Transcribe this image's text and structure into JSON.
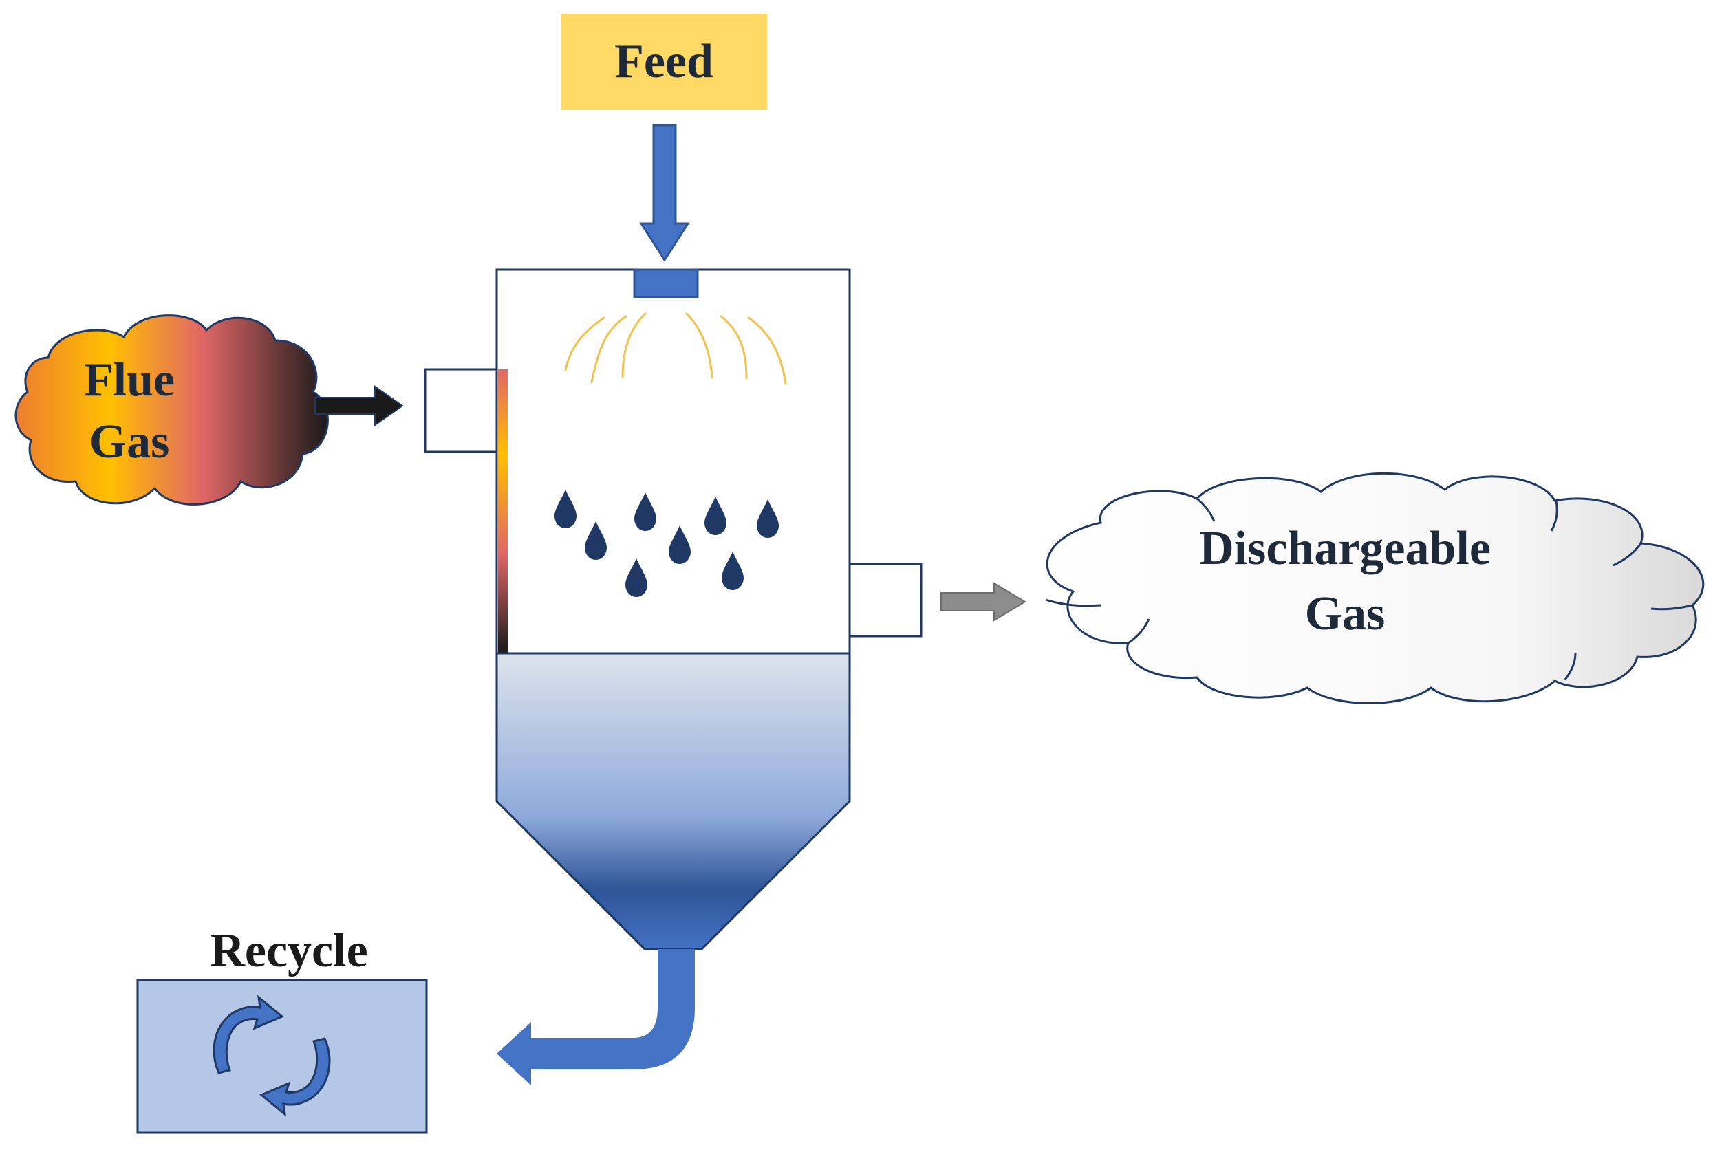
{
  "labels": {
    "feed": "Feed",
    "flue_gas_line1": "Flue",
    "flue_gas_line2": "Gas",
    "discharge_line1": "Dischargeable",
    "discharge_line2": "Gas",
    "recycle": "Recycle"
  },
  "colors": {
    "feed_box": "#FFD966",
    "feed_arrow": "#4472C4",
    "outline": "#1F3864",
    "text": "#1E2A3A",
    "droplet": "#1F3864",
    "heat_wave": "#F2C14E",
    "hopper_top": "#DDE3EC",
    "hopper_bottom": "#2F5597",
    "outlet_gas_arrow": "#8C8C8C",
    "recycle_box": "#B4C7E7",
    "flue_gas_colors": [
      "#ED7D31",
      "#FFC000",
      "#E06666",
      "#1A1A1A"
    ]
  },
  "icons": {
    "recycle_symbol": "recycle-icon",
    "droplets": "droplet-icon",
    "heat_waves": "heat-wave-icon"
  }
}
